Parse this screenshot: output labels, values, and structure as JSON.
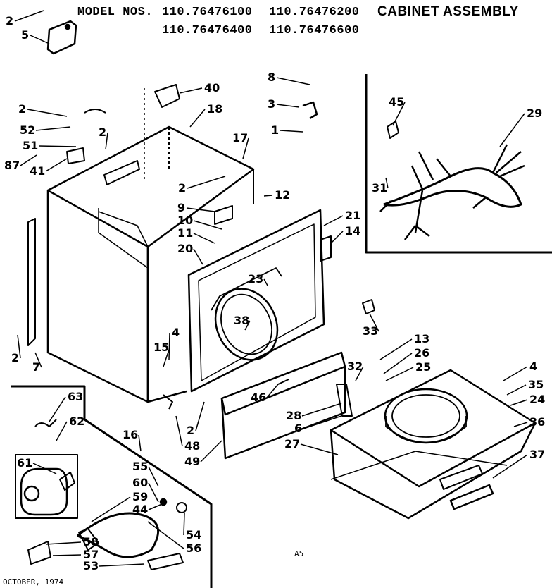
{
  "header": {
    "model_label": "MODEL NOS.",
    "models": [
      "110.76476100",
      "110.76476200",
      "110.76476400",
      "110.76476600"
    ],
    "title": "CABINET ASSEMBLY"
  },
  "footer": {
    "date": "OCTOBER, 1974",
    "code": "A5"
  },
  "callouts": [
    "2",
    "5",
    "40",
    "18",
    "8",
    "3",
    "1",
    "45",
    "29",
    "2",
    "52",
    "51",
    "87",
    "41",
    "2",
    "17",
    "2",
    "12",
    "31",
    "9",
    "10",
    "11",
    "20",
    "21",
    "14",
    "23",
    "38",
    "33",
    "4",
    "15",
    "2",
    "7",
    "13",
    "26",
    "25",
    "32",
    "46",
    "4",
    "35",
    "24",
    "28",
    "6",
    "36",
    "27",
    "63",
    "62",
    "61",
    "16",
    "2",
    "48",
    "49",
    "37",
    "55",
    "60",
    "59",
    "44",
    "54",
    "56",
    "58",
    "57",
    "53"
  ]
}
